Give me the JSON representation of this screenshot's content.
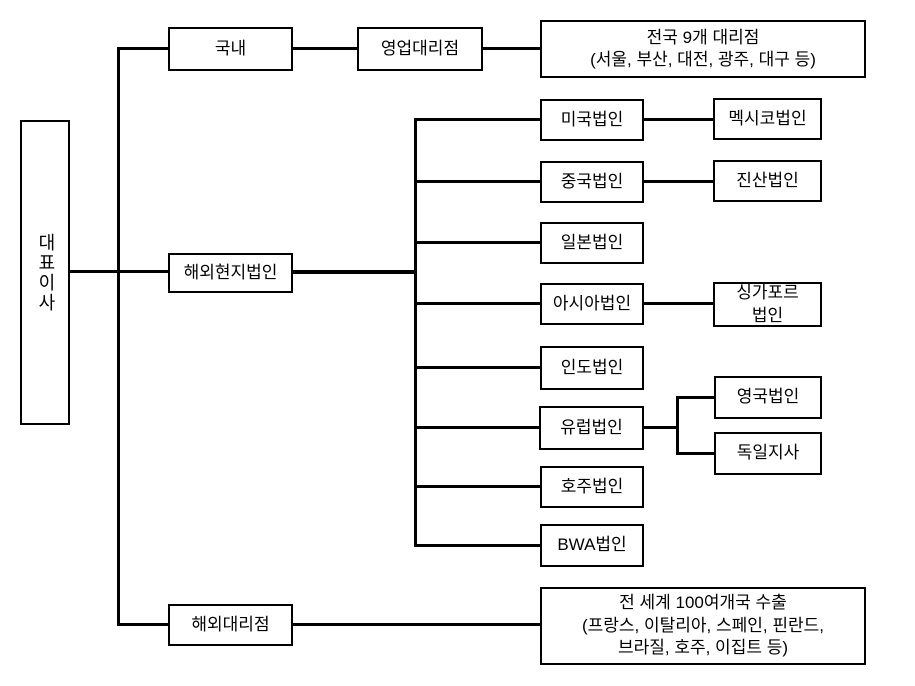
{
  "diagram": {
    "type": "org-chart",
    "colors": {
      "line": "#000000",
      "background": "#ffffff",
      "text": "#000000"
    },
    "nodes": {
      "ceo": "대표이사",
      "domestic": "국내",
      "sales_agency": "영업대리점",
      "domestic_detail": "전국 9개 대리점\n(서울, 부산, 대전, 광주, 대구 등)",
      "overseas_subsidiary": "해외현지법인",
      "usa": "미국법인",
      "mexico": "멕시코법인",
      "china": "중국법인",
      "jinsan": "진산법인",
      "japan": "일본법인",
      "asia": "아시아법인",
      "singapore": "싱가포르\n법인",
      "india": "인도법인",
      "europe": "유럽법인",
      "uk": "영국법인",
      "germany": "독일지사",
      "australia": "호주법인",
      "bwa": "BWA법인",
      "overseas_agency": "해외대리점",
      "overseas_detail": "전 세계 100여개국 수출\n(프랑스, 이탈리아, 스페인, 핀란드,\n브라질, 호주, 이집트 등)"
    }
  }
}
